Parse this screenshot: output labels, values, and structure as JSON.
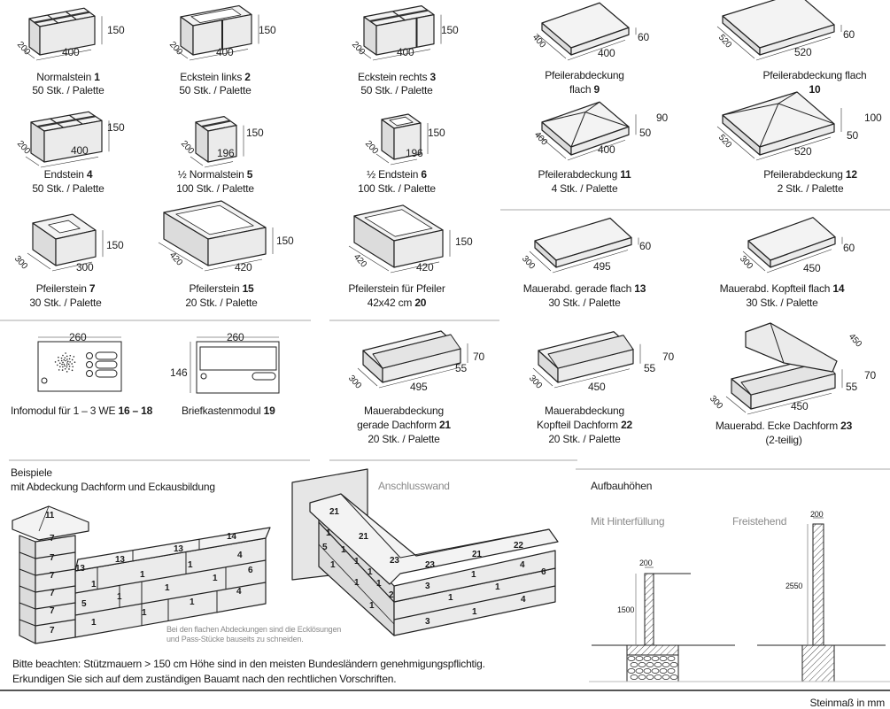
{
  "products": {
    "p1": {
      "name": "Normalstein",
      "num": "1",
      "count": "50 Stk. / Palette",
      "h": "150",
      "d": "200",
      "w": "400"
    },
    "p2": {
      "name": "Eckstein links",
      "num": "2",
      "count": "50 Stk. / Palette",
      "h": "150",
      "d": "200",
      "w": "400"
    },
    "p3": {
      "name": "Eckstein rechts",
      "num": "3",
      "count": "50 Stk. / Palette",
      "h": "150",
      "d": "200",
      "w": "400"
    },
    "p4": {
      "name": "Endstein",
      "num": "4",
      "count": "50 Stk. / Palette",
      "h": "150",
      "d": "200",
      "w": "400"
    },
    "p5": {
      "name": "½ Normalstein",
      "num": "5",
      "count": "100 Stk. / Palette",
      "h": "150",
      "d": "200",
      "w": "196"
    },
    "p6": {
      "name": "½ Endstein",
      "num": "6",
      "count": "100 Stk. / Palette",
      "h": "150",
      "d": "200",
      "w": "196"
    },
    "p7": {
      "name": "Pfeilerstein",
      "num": "7",
      "count": "30 Stk. / Palette",
      "h": "150",
      "d": "300",
      "w": "300"
    },
    "p15": {
      "name": "Pfeilerstein",
      "num": "15",
      "count": "20 Stk. / Palette",
      "h": "150",
      "d": "420",
      "w": "420"
    },
    "p20": {
      "name": "Pfeilerstein für Pfeiler",
      "name2": "42x42 cm",
      "num": "20",
      "h": "150",
      "d": "420",
      "w": "420"
    },
    "p9": {
      "name": "Pfeilerabdeckung",
      "name2": "flach",
      "num": "9",
      "h": "60",
      "d": "400",
      "w": "400"
    },
    "p10": {
      "name": "Pfeilerabdeckung flach",
      "num": "10",
      "h": "60",
      "d": "520",
      "w": "520"
    },
    "p11": {
      "name": "Pfeilerabdeckung",
      "num": "11",
      "count": "4 Stk. / Palette",
      "h": "50",
      "h2": "90",
      "d": "400",
      "w": "400"
    },
    "p12": {
      "name": "Pfeilerabdeckung",
      "num": "12",
      "count": "2 Stk. / Palette",
      "h": "50",
      "h2": "100",
      "d": "520",
      "w": "520"
    },
    "p13": {
      "name": "Mauerabd. gerade flach",
      "num": "13",
      "count": "30 Stk. / Palette",
      "h": "60",
      "d": "300",
      "w": "495"
    },
    "p14": {
      "name": "Mauerabd. Kopfteil flach",
      "num": "14",
      "count": "30 Stk. / Palette",
      "h": "60",
      "d": "300",
      "w": "450"
    },
    "p16": {
      "name": "Infomodul für 1 – 3 WE",
      "num": "16 – 18",
      "w": "260"
    },
    "p19": {
      "name": "Briefkastenmodul",
      "num": "19",
      "w": "260",
      "h": "146"
    },
    "p21": {
      "name": "Mauerabdeckung",
      "name2": "gerade Dachform",
      "num": "21",
      "count": "20 Stk. / Palette",
      "h": "55",
      "h2": "70",
      "d": "300",
      "w": "495"
    },
    "p22": {
      "name": "Mauerabdeckung",
      "name2": "Kopfteil Dachform",
      "num": "22",
      "count": "20 Stk. / Palette",
      "h": "55",
      "h2": "70",
      "d": "300",
      "w": "450"
    },
    "p23": {
      "name": "Mauerabd. Ecke Dachform",
      "num": "23",
      "name2": "(2-teilig)",
      "h": "55",
      "h2": "70",
      "d": "300",
      "w": "450",
      "d2": "450"
    }
  },
  "examples": {
    "title": "Beispiele",
    "subtitle": "mit Abdeckung Dachform und Eckausbildung",
    "wall_label": "Anschlusswand",
    "note": "Bei den flachen Abdeckungen sind die Ecklösungen",
    "note2": "und Pass-Stücke bauseits zu schneiden.",
    "left_labels": [
      "11",
      "7",
      "7",
      "7",
      "7",
      "7",
      "7",
      "13",
      "13",
      "13",
      "14",
      "1",
      "1",
      "1",
      "4",
      "6",
      "5",
      "1",
      "1",
      "1",
      "4",
      "1",
      "1",
      "1"
    ],
    "right_labels": [
      "21",
      "21",
      "23",
      "23",
      "21",
      "22",
      "1",
      "5",
      "1",
      "1",
      "1",
      "1",
      "1",
      "1",
      "2",
      "1",
      "3",
      "1",
      "4",
      "6",
      "1",
      "1",
      "4",
      "3",
      "1"
    ]
  },
  "heights": {
    "title": "Aufbauhöhen",
    "backfill": "Mit Hinterfüllung",
    "free": "Freistehend",
    "w1": "200",
    "h1": "1500",
    "w2": "200",
    "h2": "2550"
  },
  "notice": {
    "line1": "Bitte beachten: Stützmauern > 150 cm Höhe sind in den meisten Bundesländern genehmigungspflichtig.",
    "line2": "Erkundigen Sie sich auf dem zuständigen Bauamt nach den rechtlichen Vorschriften."
  },
  "footer": {
    "unit": "Steinmaß in mm"
  }
}
